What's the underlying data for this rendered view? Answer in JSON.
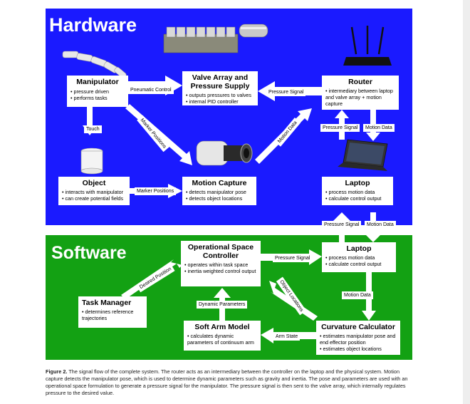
{
  "hardware": {
    "title": "Hardware",
    "manipulator": {
      "title": "Manipulator",
      "items": [
        "pressure driven",
        "performs tasks"
      ]
    },
    "valve": {
      "title": "Valve Array and Pressure Supply",
      "items": [
        "outputs pressures to valves",
        "internal PID controller"
      ]
    },
    "router": {
      "title": "Router",
      "items": [
        "intermediary between laptop and valve array + motion capture"
      ]
    },
    "object": {
      "title": "Object",
      "items": [
        "interacts with manipulator",
        "can create potential fields"
      ]
    },
    "mocap": {
      "title": "Motion Capture",
      "items": [
        "detects manipulator pose",
        "detects object locations"
      ]
    },
    "laptop": {
      "title": "Laptop",
      "items": [
        "process motion data",
        "calculate control output"
      ]
    },
    "labels": {
      "pneumatic": "Pneumatic Control",
      "pressure_signal": "Pressure Signal",
      "touch": "Touch",
      "marker_positions_diag": "Marker Positions",
      "motion_data_diag": "Motion Data",
      "pressure_signal_router": "Pressure Signal",
      "motion_data_router": "Motion Data",
      "marker_positions": "Marker Positions"
    }
  },
  "between": {
    "pressure_signal": "Pressure Signal",
    "motion_data": "Motion Data"
  },
  "software": {
    "title": "Software",
    "osc": {
      "title": "Operational Space Controller",
      "items": [
        "operates within task space",
        "inertia weighted control output"
      ]
    },
    "laptop": {
      "title": "Laptop",
      "items": [
        "process motion data",
        "calculate control output"
      ]
    },
    "task": {
      "title": "Task Manager",
      "items": [
        "determines reference trajectories"
      ]
    },
    "soft_arm": {
      "title": "Soft Arm Model",
      "items": [
        "calculates dynamic parameters of continuum arm"
      ]
    },
    "curvature": {
      "title": "Curvature Calculator",
      "items": [
        "estimates manipulator pose and end effector position",
        "estimates object locations"
      ]
    },
    "labels": {
      "desired_position": "Desired Position",
      "pressure_signal": "Pressure Signal",
      "object_locations": "Object Locations",
      "dynamic_parameters": "Dynamic Parameters",
      "motion_data": "Motion Data",
      "arm_state": "Arm State"
    }
  },
  "caption": {
    "label": "Figure 2.",
    "text": "The signal flow of the complete system. The router acts as an intermediary between the controller on the laptop and the physical system. Motion capture detects the manipulator pose, which is used to determine dynamic parameters such as gravity and inertia. The pose and parameters are used with an operational space formulation to generate a pressure signal for the manipulator. The pressure signal is then sent to the valve array, which internally regulates pressure to the desired value."
  }
}
